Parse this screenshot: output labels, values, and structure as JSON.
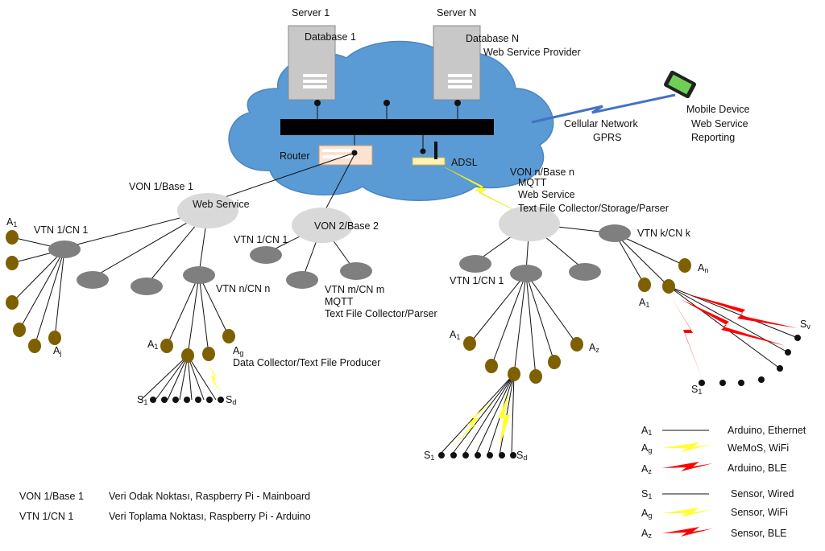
{
  "colors": {
    "cloud": "#5b9bd5",
    "node_gray": "#d9d9d9",
    "node_dark": "#7f7f7f",
    "arduino": "#7f6000",
    "sensor": "#111111",
    "wifi": "#ffff33",
    "ble": "#ff0000",
    "cellular": "#4472c4"
  },
  "icons": [
    "server-icon",
    "router-icon",
    "adsl-modem-icon",
    "mobile-phone-icon",
    "cloud-icon"
  ],
  "servers": {
    "server1": {
      "name": "Server 1",
      "db": "Database 1"
    },
    "serverN": {
      "name": "Server N",
      "db": "Database N",
      "service": "Web Service Provider"
    }
  },
  "cloud": {
    "router": "Router",
    "adsl": "ADSL"
  },
  "mobile": {
    "network_line1": "Cellular Network",
    "network_line2": "GPRS",
    "device_line1": "Mobile Device",
    "device_line2": "Web Service",
    "device_line3": "Reporting"
  },
  "von1": {
    "title": "VON 1/Base 1",
    "service": "Web Service",
    "vtn1": "VTN 1/CN 1",
    "vtnn": "VTN n/CN n",
    "a1": "A",
    "a1_sub": "1",
    "aj": "A",
    "aj_sub": "j",
    "an1": "A",
    "an1_sub": "1",
    "ag": "A",
    "ag_sub": "g",
    "producer": "Data Collector/Text File Producer",
    "s1": "S",
    "s1_sub": "1",
    "sd": "S",
    "sd_sub": "d"
  },
  "von2": {
    "title": "VON 2/Base 2",
    "vtn1": "VTN 1/CN 1",
    "vtnm": "VTN m/CN m",
    "mqtt": "MQTT",
    "parser": "Text File Collector/Parser"
  },
  "vonn": {
    "title": "VON n/Base n",
    "mqtt": "MQTT",
    "service": "Web Service",
    "storage": "Text File Collector/Storage/Parser",
    "vtn1": "VTN 1/CN 1",
    "vtnk": "VTN k/CN k",
    "a1": "A",
    "a1_sub": "1",
    "az": "A",
    "az_sub": "z",
    "s1": "S",
    "s1_sub": "1",
    "sd": "S",
    "sd_sub": "d",
    "an": "A",
    "an_sub": "n",
    "ak1": "A",
    "ak1_sub": "1",
    "sv": "S",
    "sv_sub": "v",
    "sk1": "S",
    "sk1_sub": "1"
  },
  "legend": [
    {
      "sym": "A",
      "sub": "1",
      "text": "Arduino, Ethernet"
    },
    {
      "sym": "A",
      "sub": "g",
      "text": "WeMoS, WiFi"
    },
    {
      "sym": "A",
      "sub": "z",
      "text": "Arduino, BLE"
    },
    {
      "sym": "S",
      "sub": "1",
      "text": "Sensor, Wired"
    },
    {
      "sym": "A",
      "sub": "g",
      "text": "Sensor, WiFi"
    },
    {
      "sym": "A",
      "sub": "z",
      "text": "Sensor, BLE"
    }
  ],
  "definitions": [
    {
      "term": "VON 1/Base 1",
      "desc": "Veri Odak Noktası, Raspberry Pi - Mainboard"
    },
    {
      "term": "VTN 1/CN 1",
      "desc": "Veri Toplama Noktası, Raspberry Pi - Arduino"
    }
  ]
}
